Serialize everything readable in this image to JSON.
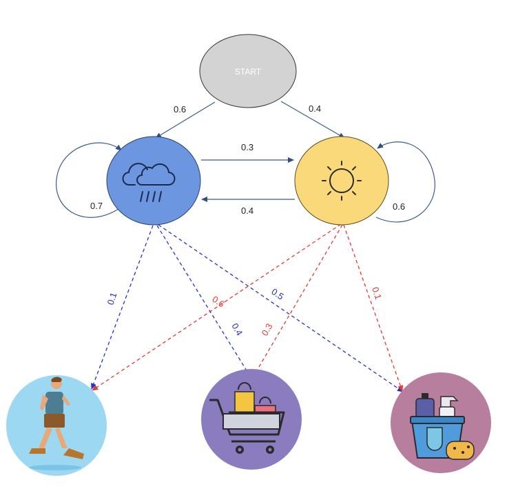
{
  "nodes": {
    "start": {
      "label": "START"
    },
    "rainy": {
      "icon": "rain-cloud-icon"
    },
    "sunny": {
      "icon": "sun-icon"
    },
    "walk": {
      "icon": "walking-person-icon"
    },
    "shop": {
      "icon": "shopping-cart-icon"
    },
    "clean": {
      "icon": "cleaning-supplies-icon"
    }
  },
  "edges": {
    "start_rainy": "0.6",
    "start_sunny": "0.4",
    "rainy_sunny": "0.3",
    "sunny_rainy": "0.4",
    "rainy_self": "0.7",
    "sunny_self": "0.6",
    "rainy_walk": "0.1",
    "rainy_shop": "0.4",
    "rainy_clean": "0.5",
    "sunny_walk": "0.6",
    "sunny_shop": "0.3",
    "sunny_clean": "0.1"
  },
  "colors": {
    "start": "#d3d3d3",
    "rainy": "#6c97e0",
    "sunny": "#fad97a",
    "rainy_emission": "#2233cc",
    "sunny_emission": "#e53935",
    "edge": "#3b5b8a",
    "walk_bg": "#9dd8f3",
    "shop_bg": "#8b7cc0",
    "clean_bg": "#b77e9e"
  }
}
